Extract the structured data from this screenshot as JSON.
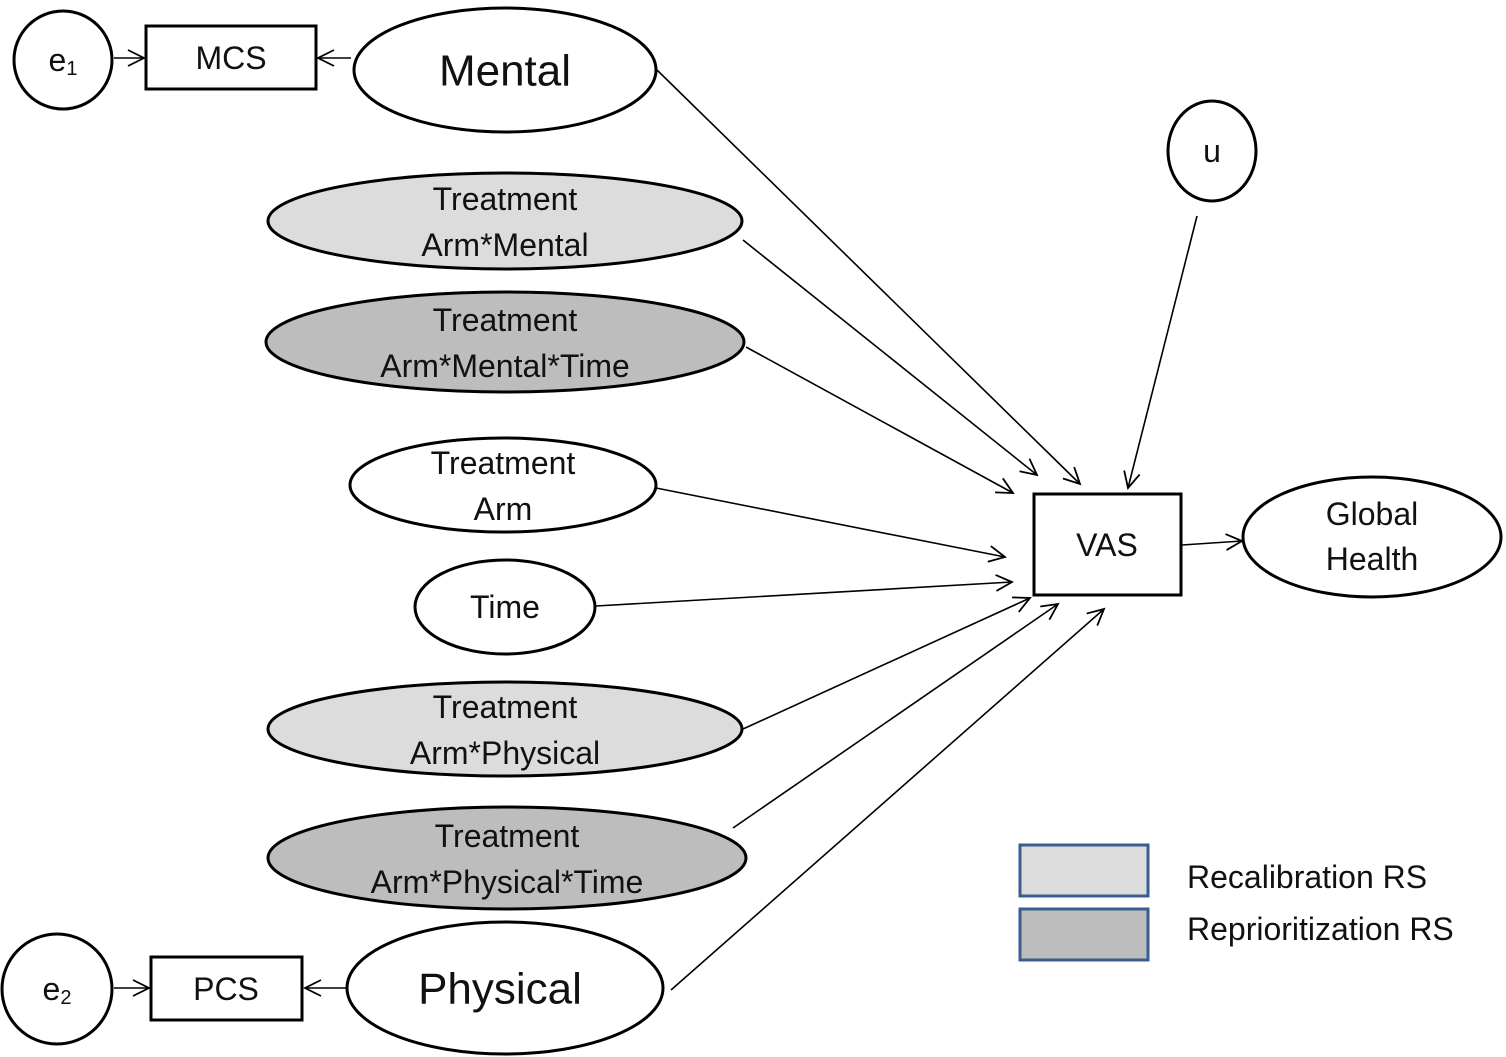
{
  "colors": {
    "white": "#ffffff",
    "recalibration": "#dcdcdc",
    "reprioritization": "#bdbdbd",
    "legend_border": "#3a5f8f",
    "line": "#000000"
  },
  "nodes": {
    "e1": {
      "label": "e",
      "subscript": "1"
    },
    "e2": {
      "label": "e",
      "subscript": "2"
    },
    "mcs": {
      "label": "MCS"
    },
    "pcs": {
      "label": "PCS"
    },
    "mental": {
      "label": "Mental"
    },
    "physical": {
      "label": "Physical"
    },
    "arm_mental": {
      "line1": "Treatment",
      "line2": "Arm*Mental"
    },
    "arm_mental_time": {
      "line1": "Treatment",
      "line2": "Arm*Mental*Time"
    },
    "treatment_arm": {
      "line1": "Treatment",
      "line2": "Arm"
    },
    "time": {
      "label": "Time"
    },
    "arm_physical": {
      "line1": "Treatment",
      "line2": "Arm*Physical"
    },
    "arm_physical_time": {
      "line1": "Treatment",
      "line2": "Arm*Physical*Time"
    },
    "u": {
      "label": "u"
    },
    "vas": {
      "label": "VAS"
    },
    "global_health": {
      "line1": "Global",
      "line2": "Health"
    }
  },
  "legend": {
    "items": [
      {
        "label": "Recalibration RS",
        "color": "#dcdcdc"
      },
      {
        "label": "Reprioritization RS",
        "color": "#bdbdbd"
      }
    ]
  }
}
